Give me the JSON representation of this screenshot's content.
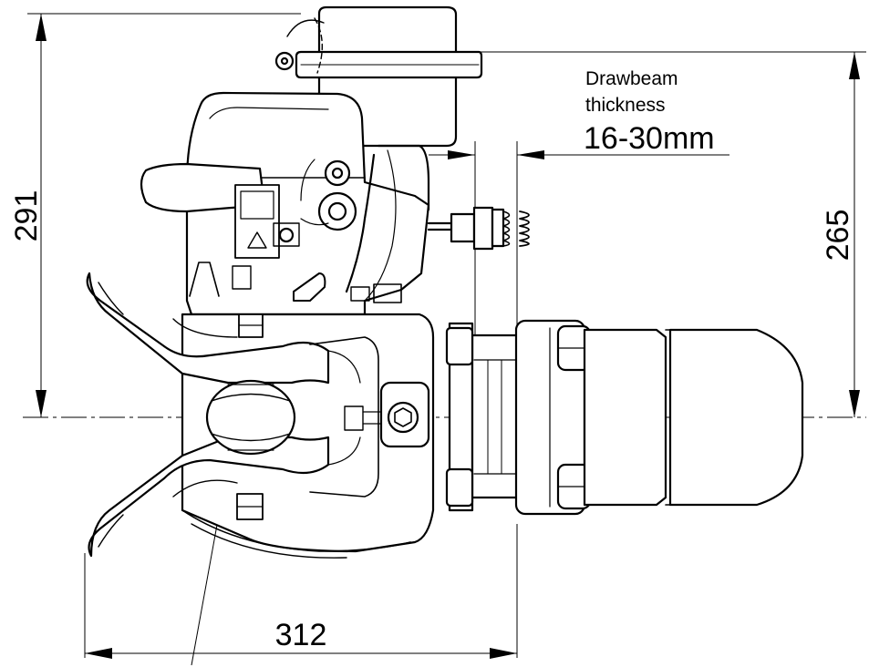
{
  "dimensions": {
    "height_overall": "291",
    "height_to_centerline": "265",
    "length": "312"
  },
  "drawbeam": {
    "label_line1": "Drawbeam",
    "label_line2": "thickness",
    "value": "16-30mm"
  },
  "colors": {
    "ink": "#000000",
    "paper": "#ffffff"
  }
}
